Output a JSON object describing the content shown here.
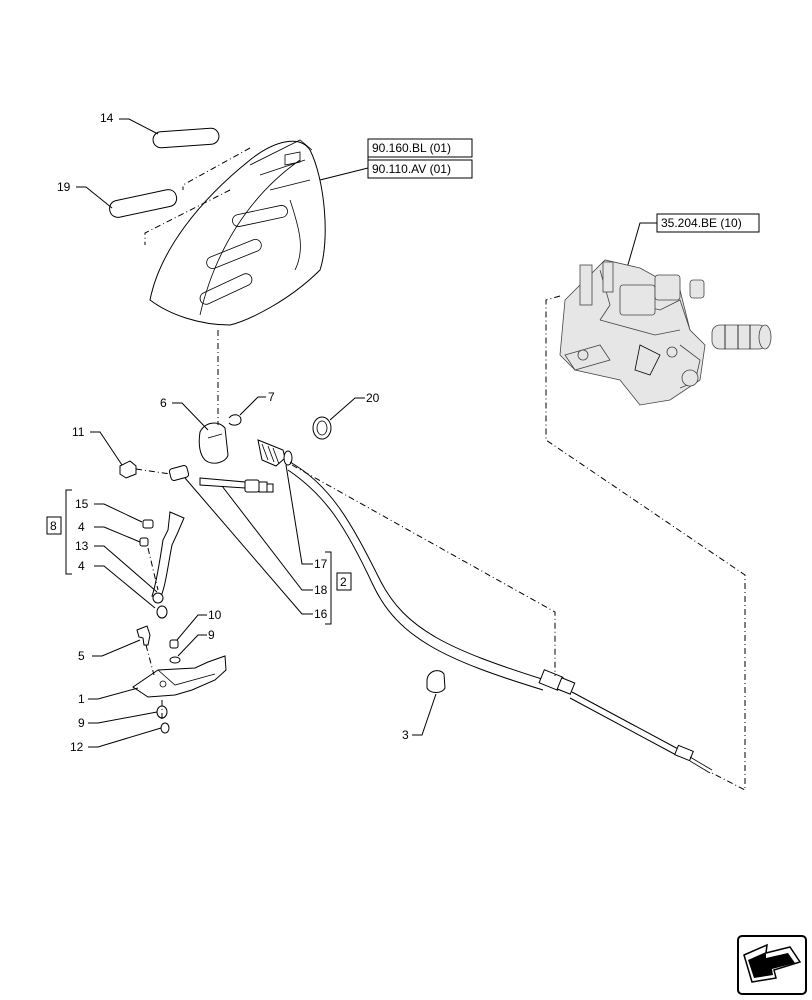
{
  "refs": {
    "r1": "90.160.BL (01)",
    "r2": "90.110.AV (01)",
    "r3": "35.204.BE (10)"
  },
  "callouts": {
    "c14": "14",
    "c19": "19",
    "c7": "7",
    "c6": "6",
    "c20": "20",
    "c11": "11",
    "c15": "15",
    "c4a": "4",
    "c13": "13",
    "c4b": "4",
    "c8": "8",
    "c10": "10",
    "c9a": "9",
    "c5": "5",
    "c1": "1",
    "c9b": "9",
    "c12": "12",
    "c17": "17",
    "c18": "18",
    "c16": "16",
    "c2": "2",
    "c3": "3"
  },
  "colors": {
    "line": "#000000",
    "shade": "#e6e6e6",
    "background": "#ffffff"
  },
  "icons": {
    "nav": "arrow-icon"
  }
}
